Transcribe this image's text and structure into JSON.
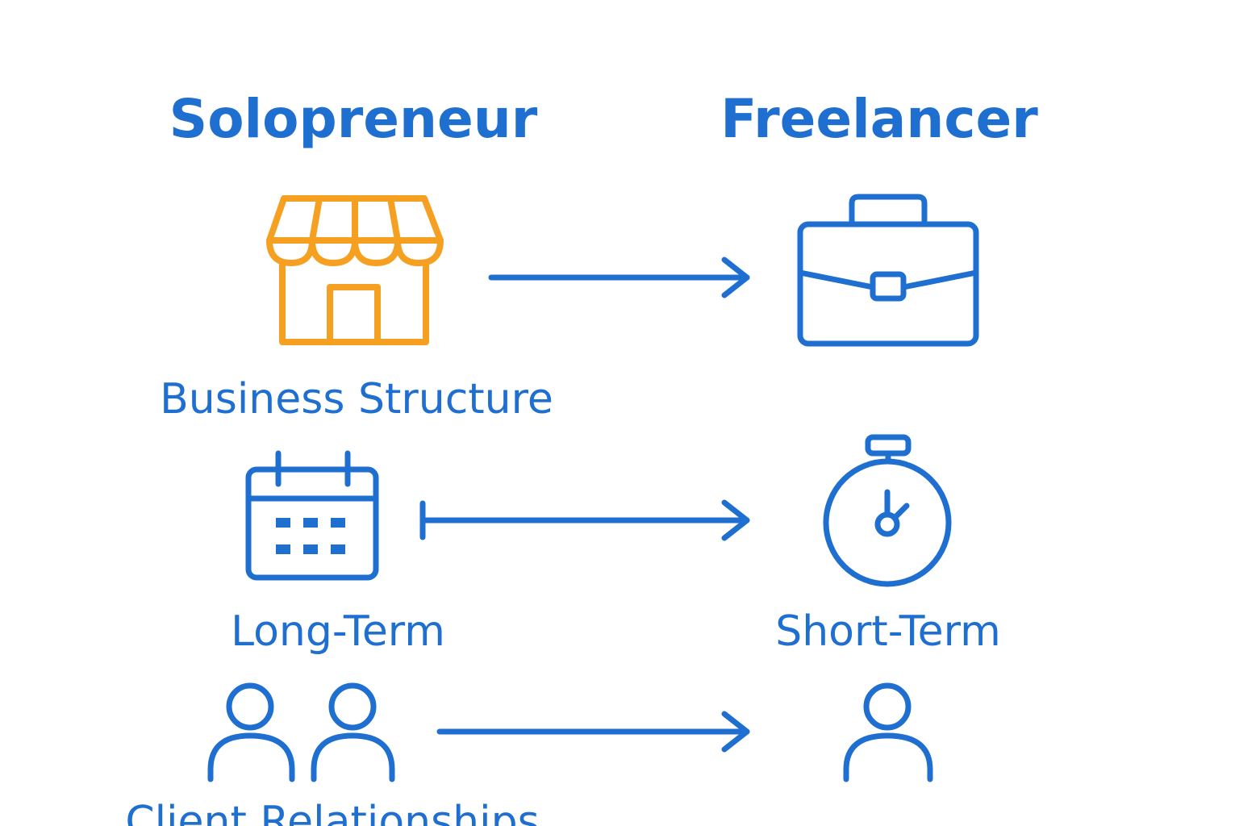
{
  "colors": {
    "primary": "#1f6fd1",
    "accent": "#f5a020",
    "background": "#ffffff"
  },
  "columns": {
    "left_heading": "Solopreneur",
    "right_heading": "Freelancer"
  },
  "rows": [
    {
      "left_icon": "storefront-icon",
      "right_icon": "briefcase-icon",
      "left_label": "Business Structure",
      "right_label": ""
    },
    {
      "left_icon": "calendar-icon",
      "right_icon": "stopwatch-icon",
      "left_label": "Long-Term",
      "right_label": "Short-Term"
    },
    {
      "left_icon": "two-people-icon",
      "right_icon": "single-person-icon",
      "left_label": "Client Relationships",
      "right_label": ""
    }
  ]
}
